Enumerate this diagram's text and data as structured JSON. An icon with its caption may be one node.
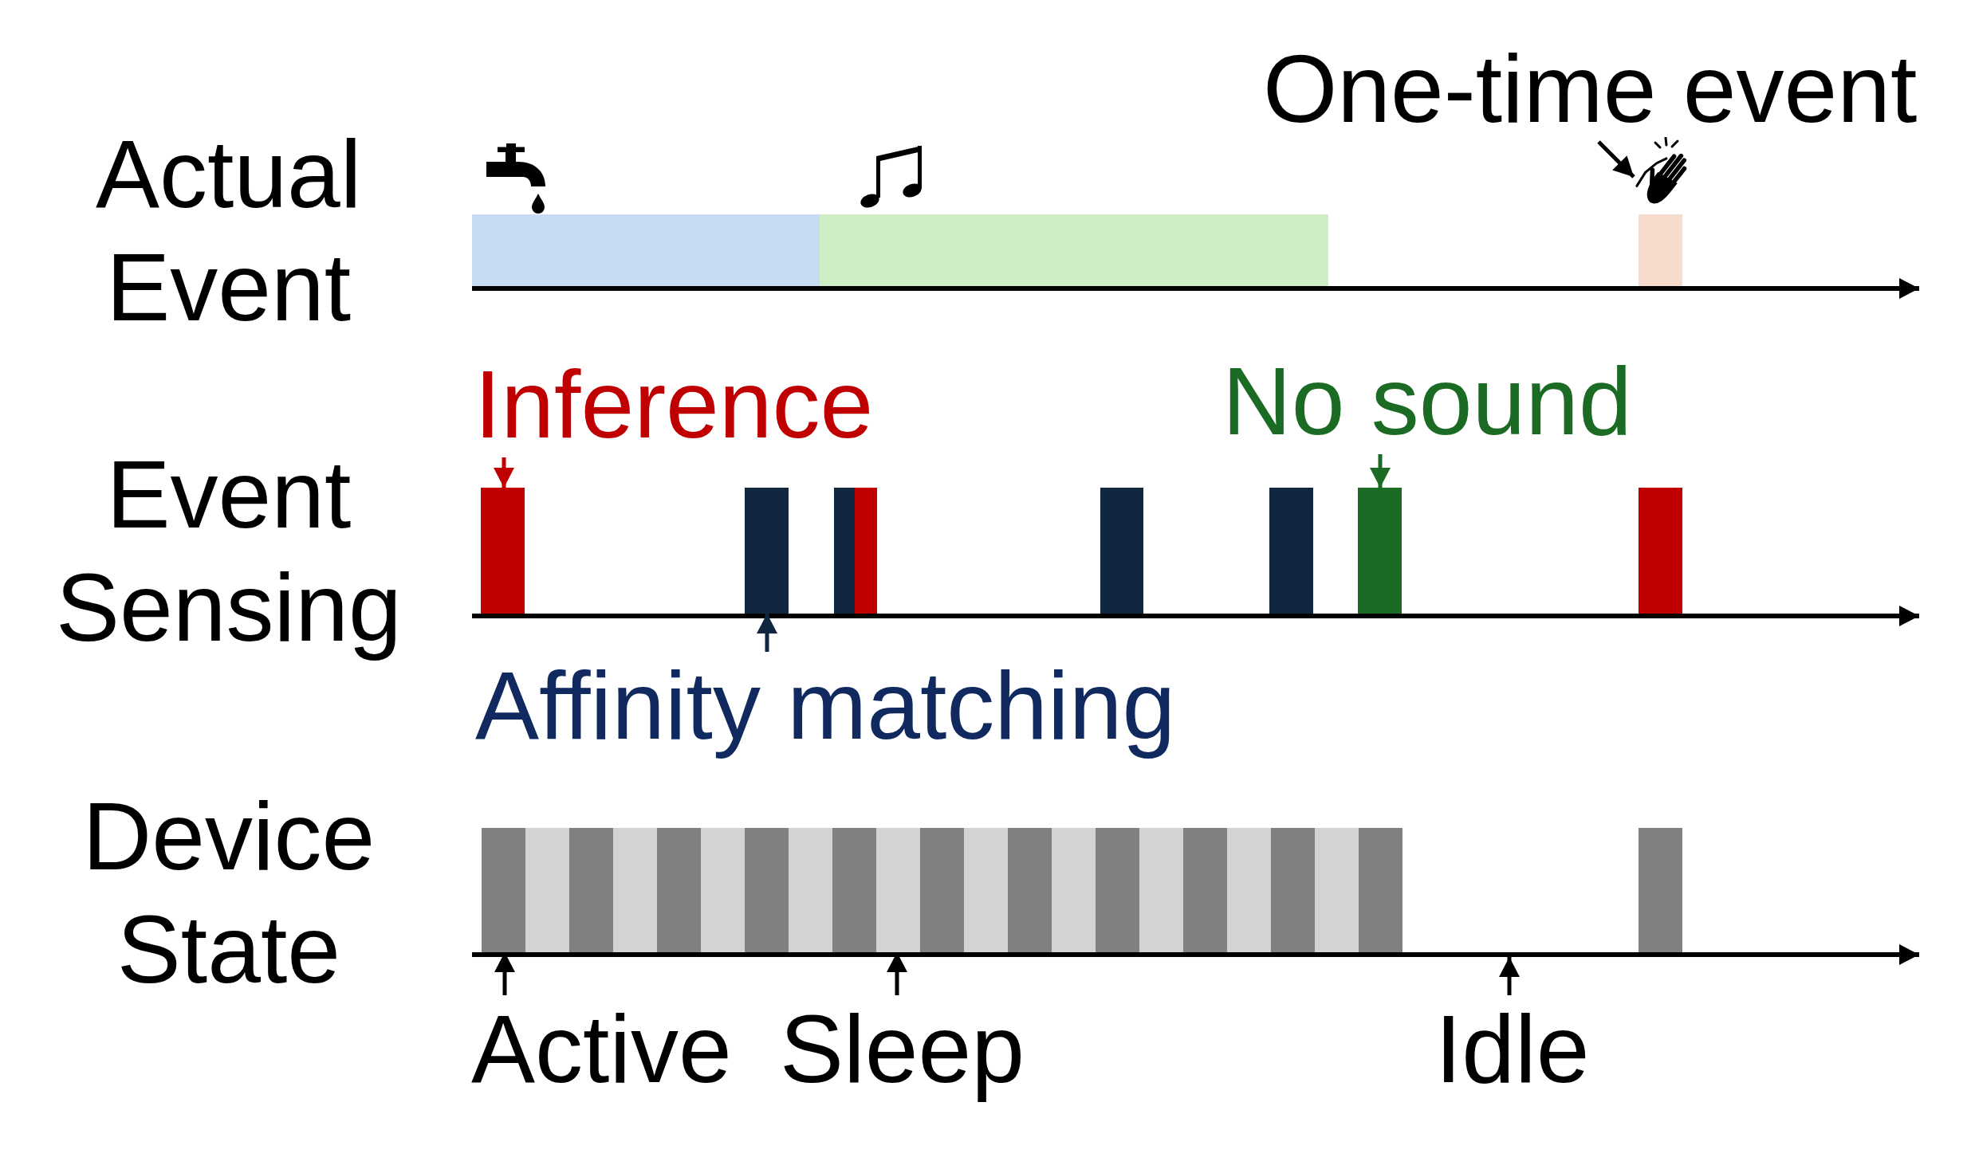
{
  "diagram": {
    "nodes": [
      {
        "text": [
          "One-time event"
        ]
      },
      {
        "text": [],
        "shape": "picture"
      },
      {
        "text": [],
        "shape": "bar"
      },
      {
        "text": [],
        "shape": "bar"
      },
      {
        "text": [],
        "shape": "bar"
      },
      {
        "text": [
          "Inference"
        ]
      },
      {
        "text": [
          "No sound"
        ]
      },
      {
        "text": [],
        "shape": "bar"
      },
      {
        "text": [],
        "shape": "bar"
      },
      {
        "text": [],
        "shape": "bar"
      },
      {
        "text": [],
        "shape": "bar"
      },
      {
        "text": [],
        "shape": "bar"
      },
      {
        "text": [],
        "shape": "bar"
      },
      {
        "text": [],
        "shape": "bar"
      },
      {
        "text": [],
        "shape": "bar"
      },
      {
        "text": [
          "Affinity matching"
        ]
      },
      {
        "text": [],
        "shape": "bar"
      },
      {
        "text": [],
        "shape": "bar"
      },
      {
        "text": [],
        "shape": "bar"
      },
      {
        "text": [],
        "shape": "bar"
      },
      {
        "text": [],
        "shape": "bar"
      },
      {
        "text": [],
        "shape": "bar"
      },
      {
        "text": [],
        "shape": "bar"
      },
      {
        "text": [],
        "shape": "bar"
      },
      {
        "text": [],
        "shape": "bar"
      },
      {
        "text": [],
        "shape": "bar"
      },
      {
        "text": [],
        "shape": "bar"
      },
      {
        "text": [],
        "shape": "bar"
      },
      {
        "text": [],
        "shape": "bar"
      },
      {
        "text": [],
        "shape": "bar"
      },
      {
        "text": [],
        "shape": "bar"
      },
      {
        "text": [],
        "shape": "bar"
      },
      {
        "text": [],
        "shape": "bar"
      },
      {
        "text": [],
        "shape": "bar"
      },
      {
        "text": [],
        "shape": "bar"
      },
      {
        "text": [],
        "shape": "bar"
      },
      {
        "text": [],
        "shape": "bar"
      },
      {
        "text": [],
        "shape": "bar"
      },
      {
        "text": [
          "Active"
        ]
      },
      {
        "text": [
          "Sleep"
        ]
      },
      {
        "text": [
          "Idle"
        ]
      }
    ],
    "edges": [
      {
        "from": 0,
        "to": 1,
        "arrow": "to"
      },
      {
        "from": 5,
        "to": 7,
        "arrow": "to",
        "color": "#c00000"
      },
      {
        "from": 6,
        "to": 13,
        "arrow": "to",
        "color": "#1b6b24"
      },
      {
        "from": 15,
        "to": 8,
        "arrow": "to",
        "color": "#10273f"
      },
      {
        "from": 38,
        "to": 16,
        "arrow": "to"
      },
      {
        "from": 39,
        "to": 25,
        "arrow": "to"
      },
      {
        "from": 40,
        "to": null,
        "arrow": "to"
      }
    ],
    "labels": [
      "Actual Event",
      "Event Sensing",
      "Device State"
    ]
  }
}
